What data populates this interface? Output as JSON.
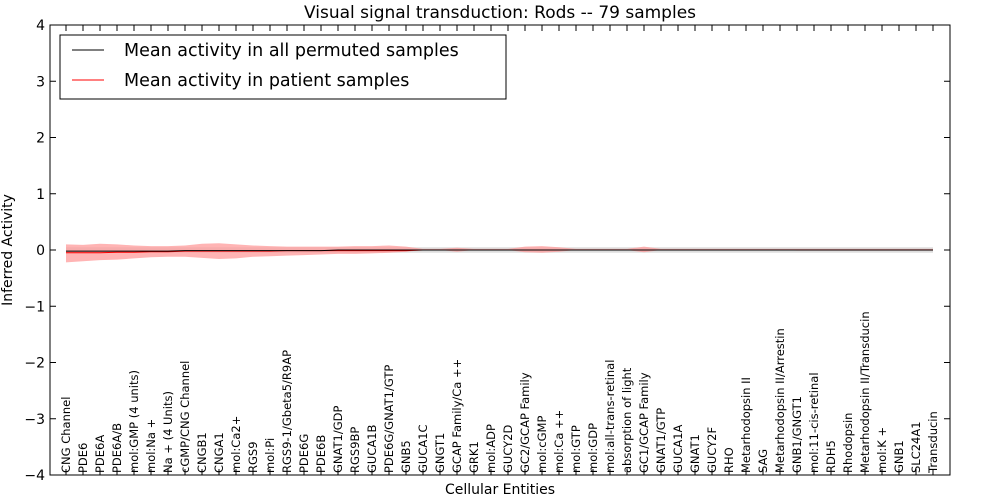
{
  "chart_data": {
    "type": "line",
    "title": "Visual signal transduction: Rods -- 79 samples",
    "xlabel": "Cellular Entities",
    "ylabel": "Inferred Activity",
    "ylim": [
      -4,
      4
    ],
    "yticks": [
      "−4",
      "−3",
      "−2",
      "−1",
      "0",
      "1",
      "2",
      "3",
      "4"
    ],
    "grid": false,
    "legend_position": "top-left",
    "categories": [
      "CNG Channel",
      "PDE6",
      "PDE6A",
      "PDE6A/B",
      "mol:GMP (4 units)",
      "mol:Na +",
      "Na + (4 Units)",
      "cGMP/CNG Channel",
      "CNGB1",
      "CNGA1",
      "mol:Ca2+",
      "RGS9",
      "mol:Pi",
      "RGS9-1/Gbeta5/R9AP",
      "PDE6G",
      "PDE6B",
      "GNAT1/GDP",
      "RGS9BP",
      "GUCA1B",
      "PDE6G/GNAT1/GTP",
      "GNB5",
      "GUCA1C",
      "GNGT1",
      "GCAP Family/Ca ++",
      "GRK1",
      "mol:ADP",
      "GUCY2D",
      "GC2/GCAP Family",
      "mol:cGMP",
      "mol:Ca ++",
      "mol:GTP",
      "mol:GDP",
      "mol:all-trans-retinal",
      "absorption of light",
      "GC1/GCAP Family",
      "GNAT1/GTP",
      "GUCA1A",
      "GNAT1",
      "GUCY2F",
      "RHO",
      "Metarhodopsin II",
      "SAG",
      "Metarhodopsin II/Arrestin",
      "GNB1/GNGT1",
      "mol:11-cis-retinal",
      "RDH5",
      "Rhodopsin",
      "Metarhodopsin II/Transducin",
      "mol:K +",
      "GNB1",
      "SLC24A1",
      "Transducin"
    ],
    "series": [
      {
        "name": "Mean activity in all permuted samples",
        "color": "#000000",
        "values": [
          -0.02,
          -0.02,
          -0.02,
          -0.02,
          -0.02,
          -0.02,
          -0.02,
          -0.01,
          -0.01,
          -0.01,
          -0.01,
          -0.01,
          -0.01,
          -0.01,
          -0.01,
          -0.01,
          0.0,
          0.0,
          0.0,
          0.0,
          0.0,
          0.0,
          0.0,
          0.0,
          0.0,
          0.0,
          0.0,
          0.0,
          0.0,
          0.0,
          0.0,
          0.0,
          0.0,
          0.0,
          0.0,
          0.0,
          0.0,
          0.0,
          0.0,
          0.0,
          0.0,
          0.0,
          0.0,
          0.0,
          0.0,
          0.0,
          0.0,
          0.0,
          0.0,
          0.0,
          0.0,
          0.0
        ],
        "band_lower": [
          -0.05,
          -0.05,
          -0.05,
          -0.05,
          -0.05,
          -0.05,
          -0.05,
          -0.05,
          -0.05,
          -0.05,
          -0.05,
          -0.05,
          -0.05,
          -0.05,
          -0.05,
          -0.05,
          -0.05,
          -0.05,
          -0.05,
          -0.05,
          -0.05,
          -0.05,
          -0.05,
          -0.05,
          -0.05,
          -0.05,
          -0.05,
          -0.05,
          -0.05,
          -0.05,
          -0.05,
          -0.05,
          -0.05,
          -0.05,
          -0.05,
          -0.05,
          -0.05,
          -0.05,
          -0.05,
          -0.05,
          -0.05,
          -0.05,
          -0.05,
          -0.05,
          -0.05,
          -0.05,
          -0.05,
          -0.05,
          -0.05,
          -0.05,
          -0.05,
          -0.05
        ],
        "band_upper": [
          0.05,
          0.05,
          0.05,
          0.05,
          0.05,
          0.05,
          0.05,
          0.05,
          0.05,
          0.05,
          0.05,
          0.05,
          0.05,
          0.05,
          0.05,
          0.05,
          0.05,
          0.05,
          0.05,
          0.05,
          0.05,
          0.05,
          0.05,
          0.05,
          0.05,
          0.05,
          0.05,
          0.05,
          0.05,
          0.05,
          0.05,
          0.05,
          0.05,
          0.05,
          0.05,
          0.05,
          0.05,
          0.05,
          0.05,
          0.05,
          0.05,
          0.05,
          0.05,
          0.05,
          0.05,
          0.05,
          0.05,
          0.05,
          0.05,
          0.05,
          0.05,
          0.05
        ]
      },
      {
        "name": "Mean activity in patient samples",
        "color": "#ff0000",
        "values": [
          -0.05,
          -0.05,
          -0.05,
          -0.04,
          -0.04,
          -0.03,
          -0.03,
          -0.02,
          -0.02,
          -0.02,
          -0.02,
          -0.02,
          -0.02,
          -0.01,
          -0.01,
          -0.01,
          -0.01,
          -0.01,
          -0.01,
          -0.01,
          -0.01,
          0.0,
          0.0,
          0.0,
          0.0,
          0.0,
          0.0,
          0.0,
          0.0,
          0.0,
          0.0,
          0.0,
          0.0,
          0.0,
          0.0,
          0.0,
          0.0,
          0.0,
          0.0,
          0.0,
          0.0,
          0.0,
          0.0,
          0.0,
          0.0,
          0.0,
          0.0,
          0.0,
          0.0,
          0.0,
          0.0,
          0.0
        ],
        "band_lower": [
          -0.22,
          -0.2,
          -0.18,
          -0.17,
          -0.15,
          -0.13,
          -0.12,
          -0.12,
          -0.14,
          -0.16,
          -0.15,
          -0.12,
          -0.11,
          -0.1,
          -0.09,
          -0.08,
          -0.07,
          -0.07,
          -0.06,
          -0.05,
          -0.03,
          0.0,
          0.0,
          -0.03,
          0.0,
          0.0,
          0.0,
          -0.04,
          -0.05,
          -0.03,
          0.0,
          0.0,
          0.0,
          0.0,
          -0.04,
          0.0,
          0.0,
          0.0,
          0.0,
          0.0,
          0.0,
          0.0,
          0.0,
          -0.01,
          -0.01,
          -0.01,
          -0.01,
          -0.01,
          -0.01,
          -0.01,
          -0.01,
          -0.01
        ],
        "band_upper": [
          0.1,
          0.09,
          0.11,
          0.1,
          0.08,
          0.07,
          0.07,
          0.08,
          0.11,
          0.12,
          0.1,
          0.08,
          0.07,
          0.06,
          0.06,
          0.06,
          0.06,
          0.07,
          0.07,
          0.08,
          0.06,
          0.02,
          0.02,
          0.04,
          0.02,
          0.02,
          0.02,
          0.06,
          0.07,
          0.05,
          0.02,
          0.02,
          0.02,
          0.02,
          0.06,
          0.02,
          0.02,
          0.02,
          0.02,
          0.02,
          0.02,
          0.02,
          0.02,
          0.02,
          0.02,
          0.02,
          0.02,
          0.02,
          0.02,
          0.02,
          0.02,
          0.02
        ]
      }
    ]
  }
}
